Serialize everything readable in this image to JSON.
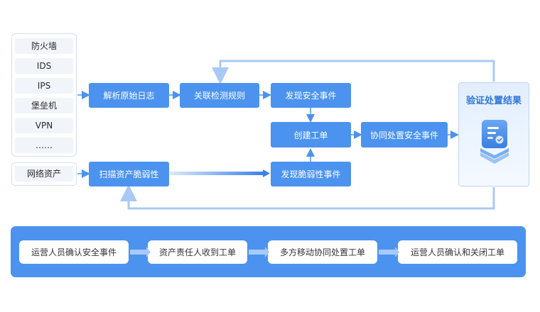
{
  "sources": [
    "防火墙",
    "IDS",
    "IPS",
    "堡垒机",
    "VPN",
    "……"
  ],
  "asset_source": "网络资产",
  "nodes": {
    "parse_logs": "解析原始日志",
    "correlation_rules": "关联检测规则",
    "discover_security_event": "发现安全事件",
    "create_ticket": "创建工单",
    "collaborative_handling": "协同处置安全事件",
    "scan_vulnerabilities": "扫描资产脆弱性",
    "discover_vulnerability_event": "发现脆弱性事件"
  },
  "result": {
    "title": "验证处置结果",
    "icon": "document-verify-icon"
  },
  "workflow": [
    "运营人员确认安全事件",
    "资产责任人收到工单",
    "多方移动协同处置工单",
    "运营人员确认和关闭工单"
  ],
  "colors": {
    "primary": "#4b93ee",
    "line": "#a9c9f5",
    "panel_border": "#cfe0fb",
    "title": "#2f74d6"
  }
}
